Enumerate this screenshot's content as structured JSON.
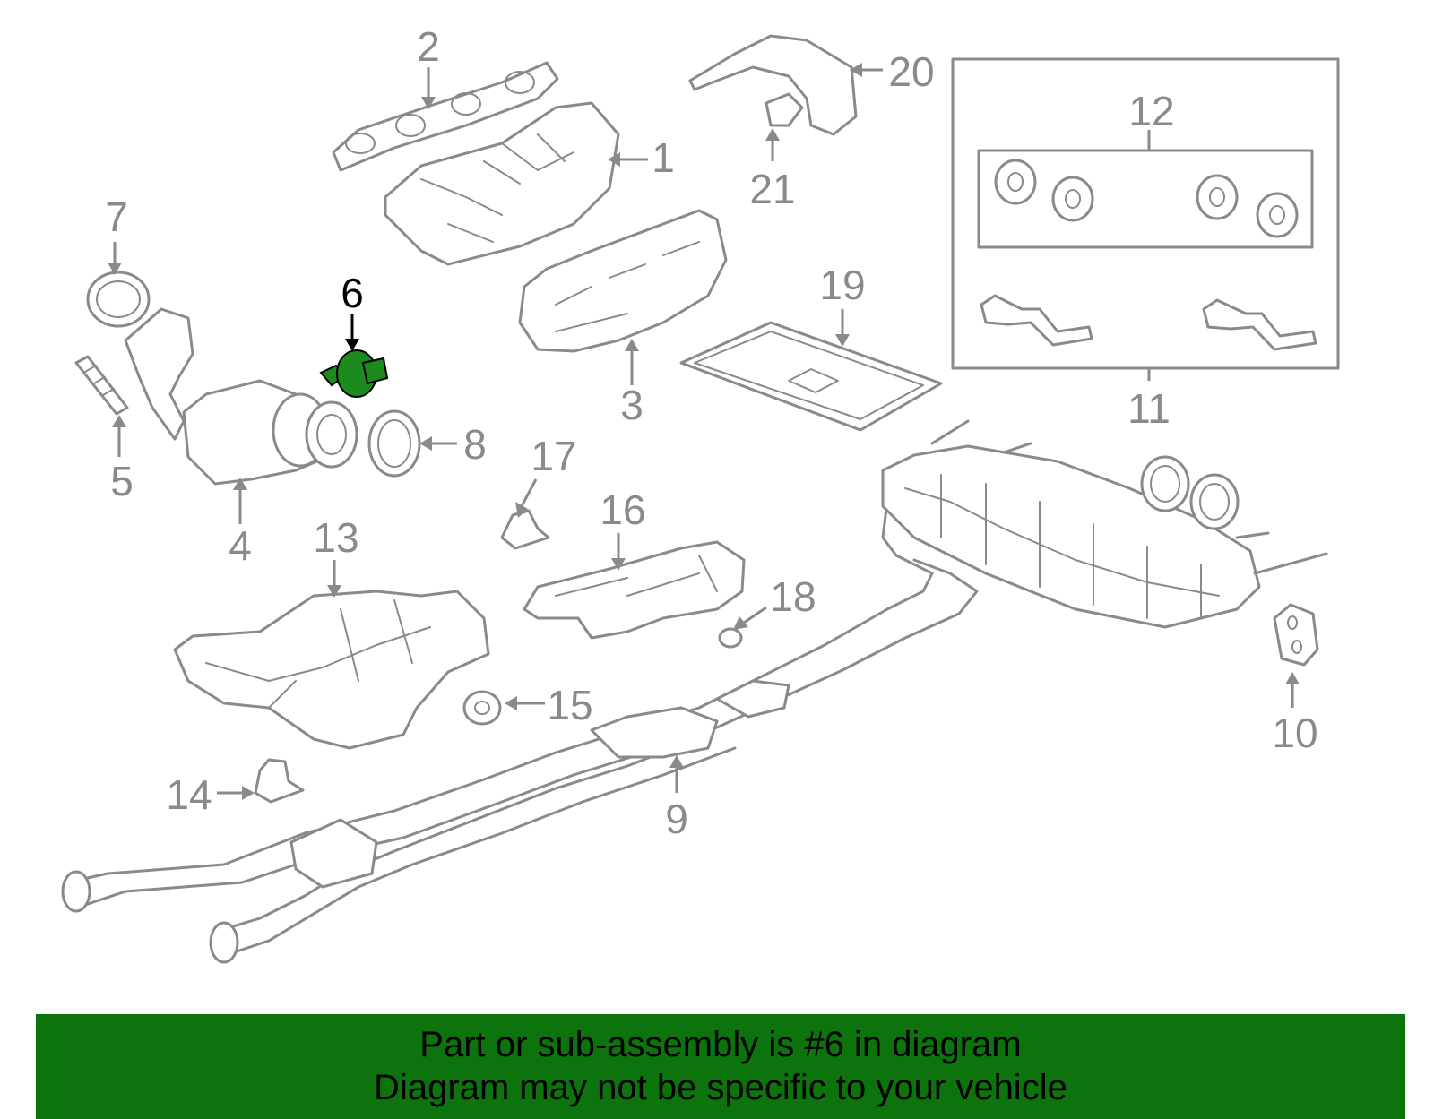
{
  "diagram": {
    "highlight_color": "#1c8a1c",
    "line_color": "#8a8a8a",
    "banner_color": "#0d740d",
    "callouts": {
      "c1": "1",
      "c2": "2",
      "c3": "3",
      "c4": "4",
      "c5": "5",
      "c6": "6",
      "c7": "7",
      "c8": "8",
      "c9": "9",
      "c10": "10",
      "c11": "11",
      "c12": "12",
      "c13": "13",
      "c14": "14",
      "c15": "15",
      "c16": "16",
      "c17": "17",
      "c18": "18",
      "c19": "19",
      "c20": "20",
      "c21": "21"
    },
    "highlighted_part": "6"
  },
  "banner": {
    "line1": "Part or sub-assembly is #6 in diagram",
    "line2": "Diagram may not be specific to your vehicle"
  }
}
